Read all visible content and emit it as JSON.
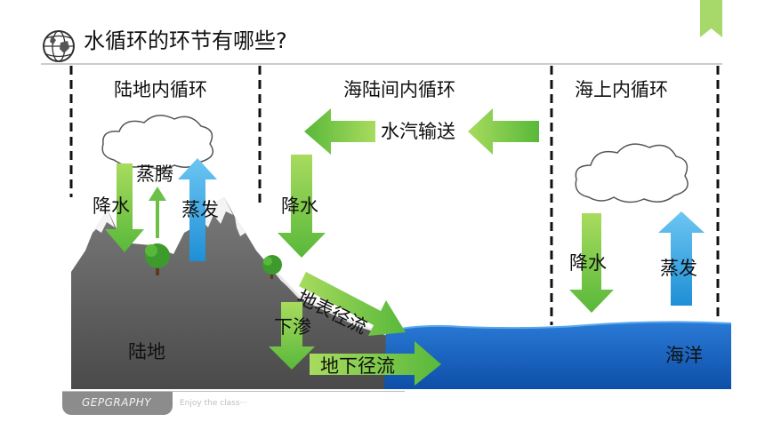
{
  "title": "水循环的环节有哪些?",
  "sections": {
    "land": "陆地内循环",
    "sea_land": "海陆间内循环",
    "sea": "海上内循环"
  },
  "labels": {
    "land_precip": "降水",
    "transpiration": "蒸腾",
    "land_evap": "蒸发",
    "vapor_transport": "水汽输送",
    "mid_precip": "降水",
    "surface_runoff": "地表径流",
    "infiltration": "下渗",
    "underground_runoff": "地下径流",
    "land": "陆地",
    "ocean": "海洋",
    "sea_precip": "降水",
    "sea_evap": "蒸发"
  },
  "footer": {
    "brand": "GEPGRAPHY",
    "tagline": "Enjoy the class···"
  },
  "colors": {
    "green_arrow": "#6cc04a",
    "blue_arrow": "#2a9ee0",
    "mountain": "#5a5a5a",
    "ocean": "#1565c0",
    "bookmark": "#a6d96a"
  }
}
